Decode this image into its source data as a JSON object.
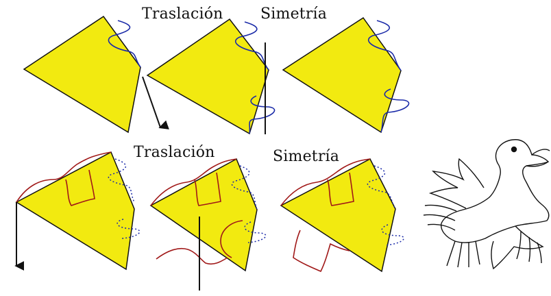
{
  "labels": {
    "top_left": "Traslación",
    "top_right": "Simetría",
    "bottom_left": "Traslación",
    "bottom_right": "Simetría"
  },
  "colors": {
    "fill": "#f2ea10",
    "outline": "#111111",
    "blue_curve": "#1a2aa8",
    "red_curve": "#a01818",
    "background": "#ffffff"
  }
}
